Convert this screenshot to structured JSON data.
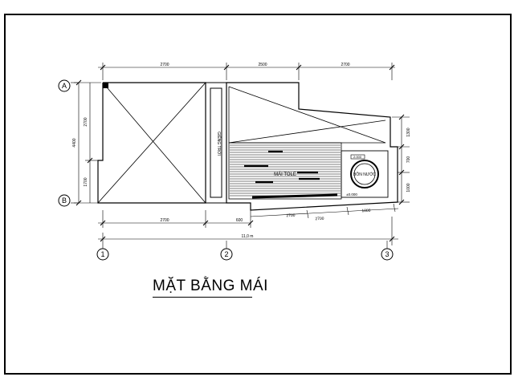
{
  "title": "MẶT BẰNG MÁI",
  "grid_axes": {
    "rows": [
      "A",
      "B"
    ],
    "columns": [
      "1",
      "2",
      "3"
    ]
  },
  "dimensions": {
    "top": [
      "2700",
      "2500",
      "2700"
    ],
    "left": [
      "2700",
      "1700"
    ],
    "left_total": "4400",
    "right": [
      "1300",
      "700",
      "1000"
    ],
    "bottom": [
      "2700",
      "600"
    ],
    "bottom_total": "11,0 m",
    "slope_edge": [
      "2700",
      "2700",
      "1800"
    ]
  },
  "labels": {
    "skylight_void": "GIẾNG TRỜI",
    "stair_roof": "MÁI TOLE",
    "water_tank": "BỒN NƯỚC",
    "tank_tag": "2.000",
    "floor_level": "±0.000"
  },
  "colors": {
    "line": "#000000",
    "background": "#ffffff"
  }
}
